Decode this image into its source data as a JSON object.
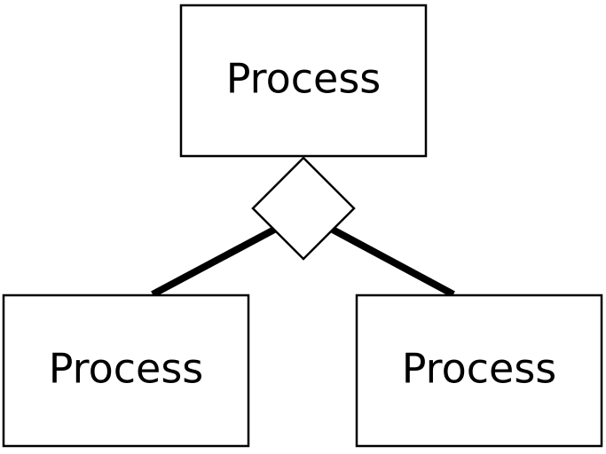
{
  "diagram": {
    "nodes": {
      "top": {
        "label": "Process"
      },
      "bottom_left": {
        "label": "Process"
      },
      "bottom_right": {
        "label": "Process"
      }
    },
    "relationship": {
      "symbol": "diamond"
    },
    "colors": {
      "stroke": "#000000",
      "fill": "#ffffff"
    }
  }
}
